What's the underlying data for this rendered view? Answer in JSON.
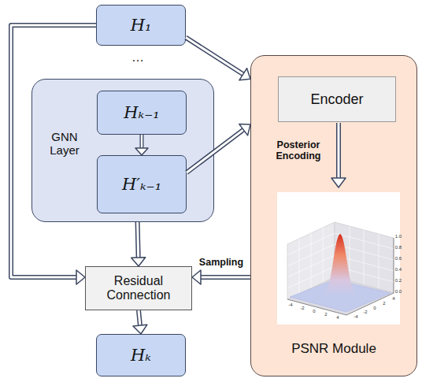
{
  "diagram": {
    "nodes": [
      {
        "text": [
          "H₁"
        ]
      },
      {
        "text": [
          "GNN Layer"
        ]
      },
      {
        "text": [
          "Hₖ₋₁"
        ],
        "in": 1
      },
      {
        "text": [
          "H′ₖ₋₁"
        ],
        "in": 1
      },
      {
        "text": [
          "Residual Connection"
        ]
      },
      {
        "text": [
          "Hₖ"
        ]
      },
      {
        "text": [
          "PSNR Module"
        ]
      },
      {
        "text": [
          "Encoder"
        ],
        "in": 6
      }
    ],
    "edges": [
      {
        "from": 0,
        "to": 6,
        "arrow": "to"
      },
      {
        "from": 2,
        "to": 3,
        "arrow": "to"
      },
      {
        "from": 3,
        "to": 6,
        "arrow": "to"
      },
      {
        "from": 1,
        "to": 4,
        "arrow": "to"
      },
      {
        "from": 0,
        "to": 4,
        "arrow": "to"
      },
      {
        "from": 6,
        "to": 4,
        "label": "Sampling",
        "arrow": "to"
      },
      {
        "from": 4,
        "to": 5,
        "arrow": "to"
      }
    ],
    "labels": [
      "…",
      "Posterior Encoding",
      "0.0",
      "0.2",
      "0.4",
      "0.6",
      "0.8",
      "1.0",
      "-4",
      "-2",
      "0",
      "2",
      "4",
      "-4",
      "-2",
      "0",
      "2",
      "4"
    ]
  }
}
